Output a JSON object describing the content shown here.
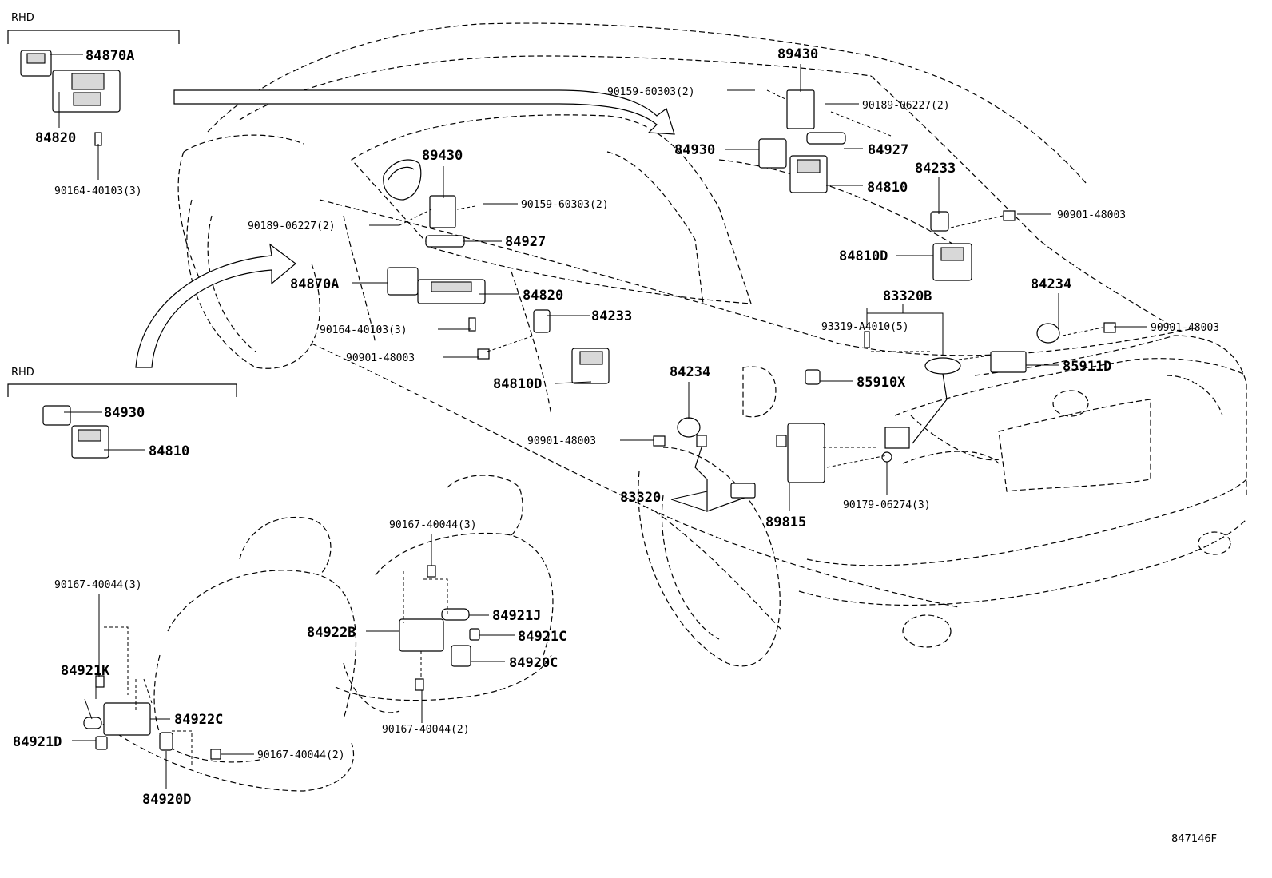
{
  "section_labels": {
    "rhd_top": "RHD",
    "rhd_mid": "RHD"
  },
  "parts": {
    "p84870A_tl": "84870A",
    "p84820_tl": "84820",
    "p90164_tl": "90164-40103(3)",
    "p84930_ml": "84930",
    "p84810_ml": "84810",
    "p89430_c": "89430",
    "p90159_c": "90159-60303(2)",
    "p90189_c": "90189-06227(2)",
    "p84927_c": "84927",
    "p84870A_c": "84870A",
    "p84820_c": "84820",
    "p84233_c": "84233",
    "p90164_c": "90164-40103(3)",
    "p90901_c": "90901-48003",
    "p84810D_c": "84810D",
    "p89430_r": "89430",
    "p90159_r": "90159-60303(2)",
    "p90189_r": "90189-06227(2)",
    "p84930_r": "84930",
    "p84927_r": "84927",
    "p84233_r": "84233",
    "p84810_r": "84810",
    "p90901_r1": "90901-48003",
    "p84810D_r": "84810D",
    "p84234_r": "84234",
    "p83320B": "83320B",
    "p90901_r2": "90901-48003",
    "p93319": "93319-A4010(5)",
    "p85911D": "85911D",
    "p84234_c": "84234",
    "p85910X": "85910X",
    "p90901_c2": "90901-48003",
    "p83320": "83320",
    "p89815": "89815",
    "p90179": "90179-06274(3)",
    "p90167_s1": "90167-40044(3)",
    "p90167_s2": "90167-40044(3)",
    "p84921J": "84921J",
    "p84922B": "84922B",
    "p84921C": "84921C",
    "p84920C": "84920C",
    "p84921K": "84921K",
    "p84922C": "84922C",
    "p90167_s3": "90167-40044(2)",
    "p84921D": "84921D",
    "p90167_s4": "90167-40044(2)",
    "p84920D": "84920D"
  },
  "figure_id": "847146F"
}
